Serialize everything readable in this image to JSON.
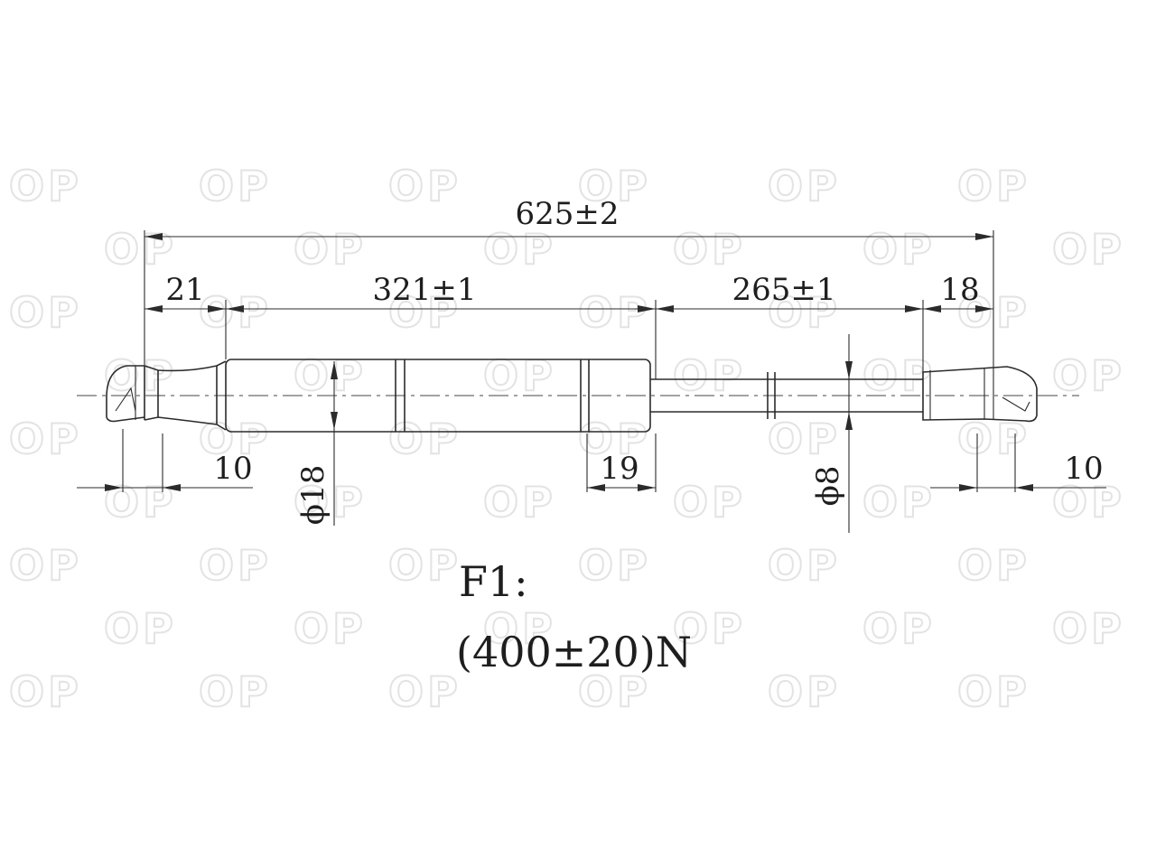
{
  "watermark": {
    "text": "OP"
  },
  "dimensions": {
    "overall_length": "625±2",
    "left_eye_length": "21",
    "body_length": "321±1",
    "rod_length": "265±1",
    "right_eye_length": "18",
    "left_offset": "10",
    "body_end_length": "19",
    "right_offset": "10",
    "body_diameter": "ϕ18",
    "rod_diameter": "ϕ8"
  },
  "force": {
    "label": "F1:",
    "value": "(400±20)N"
  }
}
